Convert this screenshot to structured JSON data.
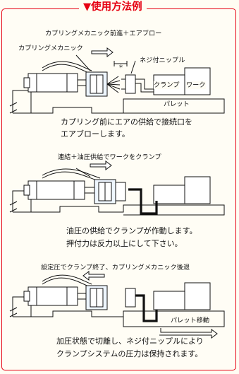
{
  "header": {
    "title": "▼使用方法例"
  },
  "steps": [
    {
      "caption": "カプリングメカニック前進＋エアブロー",
      "labels": {
        "mechanic": "カプリングメカニック",
        "nipple": "ネジ付ニップル",
        "clamp": "クランプ",
        "work": "ワーク",
        "pallet": "パレット"
      },
      "description": [
        "カプリング前にエアの供給で接続口を",
        "エアブローします。"
      ]
    },
    {
      "caption": "連結＋油圧供給でワークをクランプ",
      "description": [
        "油圧の供給でクランプが作動します。",
        "押付力は反力以上にして下さい。"
      ]
    },
    {
      "caption": "設定圧でクランプ終了、カプリングメカニック後退",
      "labels": {
        "pallet_move": "パレット移動"
      },
      "description": [
        "加圧状態で切離し、ネジ付ニップルにより",
        "クランプシステムの圧力は保持されます。"
      ]
    }
  ]
}
